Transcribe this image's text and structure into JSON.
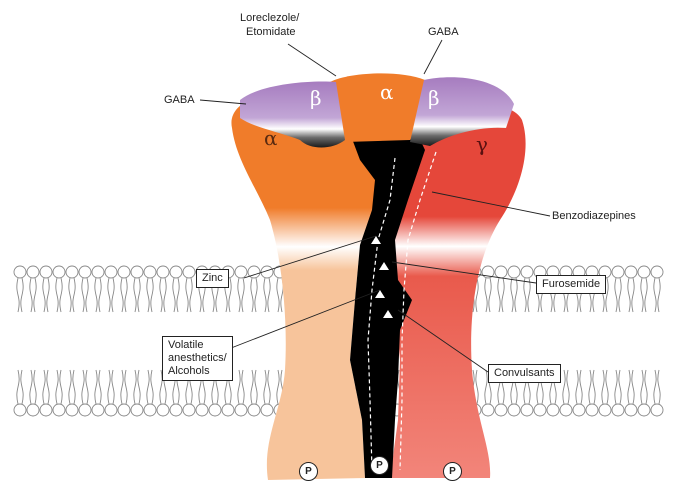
{
  "labels": {
    "loreclezole": "Loreclezole/",
    "etomidate": "Etomidate",
    "gaba_left": "GABA",
    "gaba_right": "GABA",
    "benzodiazepines": "Benzodiazepines",
    "zinc": "Zinc",
    "furosemide": "Furosemide",
    "volatile_1": "Volatile",
    "volatile_2": "anesthetics/",
    "volatile_3": "Alcohols",
    "convulsants": "Convulsants"
  },
  "subunits": {
    "alpha_left": "α",
    "beta_left": "β",
    "alpha_center": "α",
    "beta_right": "β",
    "gamma": "γ"
  },
  "phospho": "P",
  "colors": {
    "alpha_orange": "#f07c2a",
    "alpha_light": "#f7c49b",
    "beta_purple": "#a67cbf",
    "gamma_red": "#e5473a",
    "gamma_light": "#f2857a",
    "pore": "#000000"
  }
}
